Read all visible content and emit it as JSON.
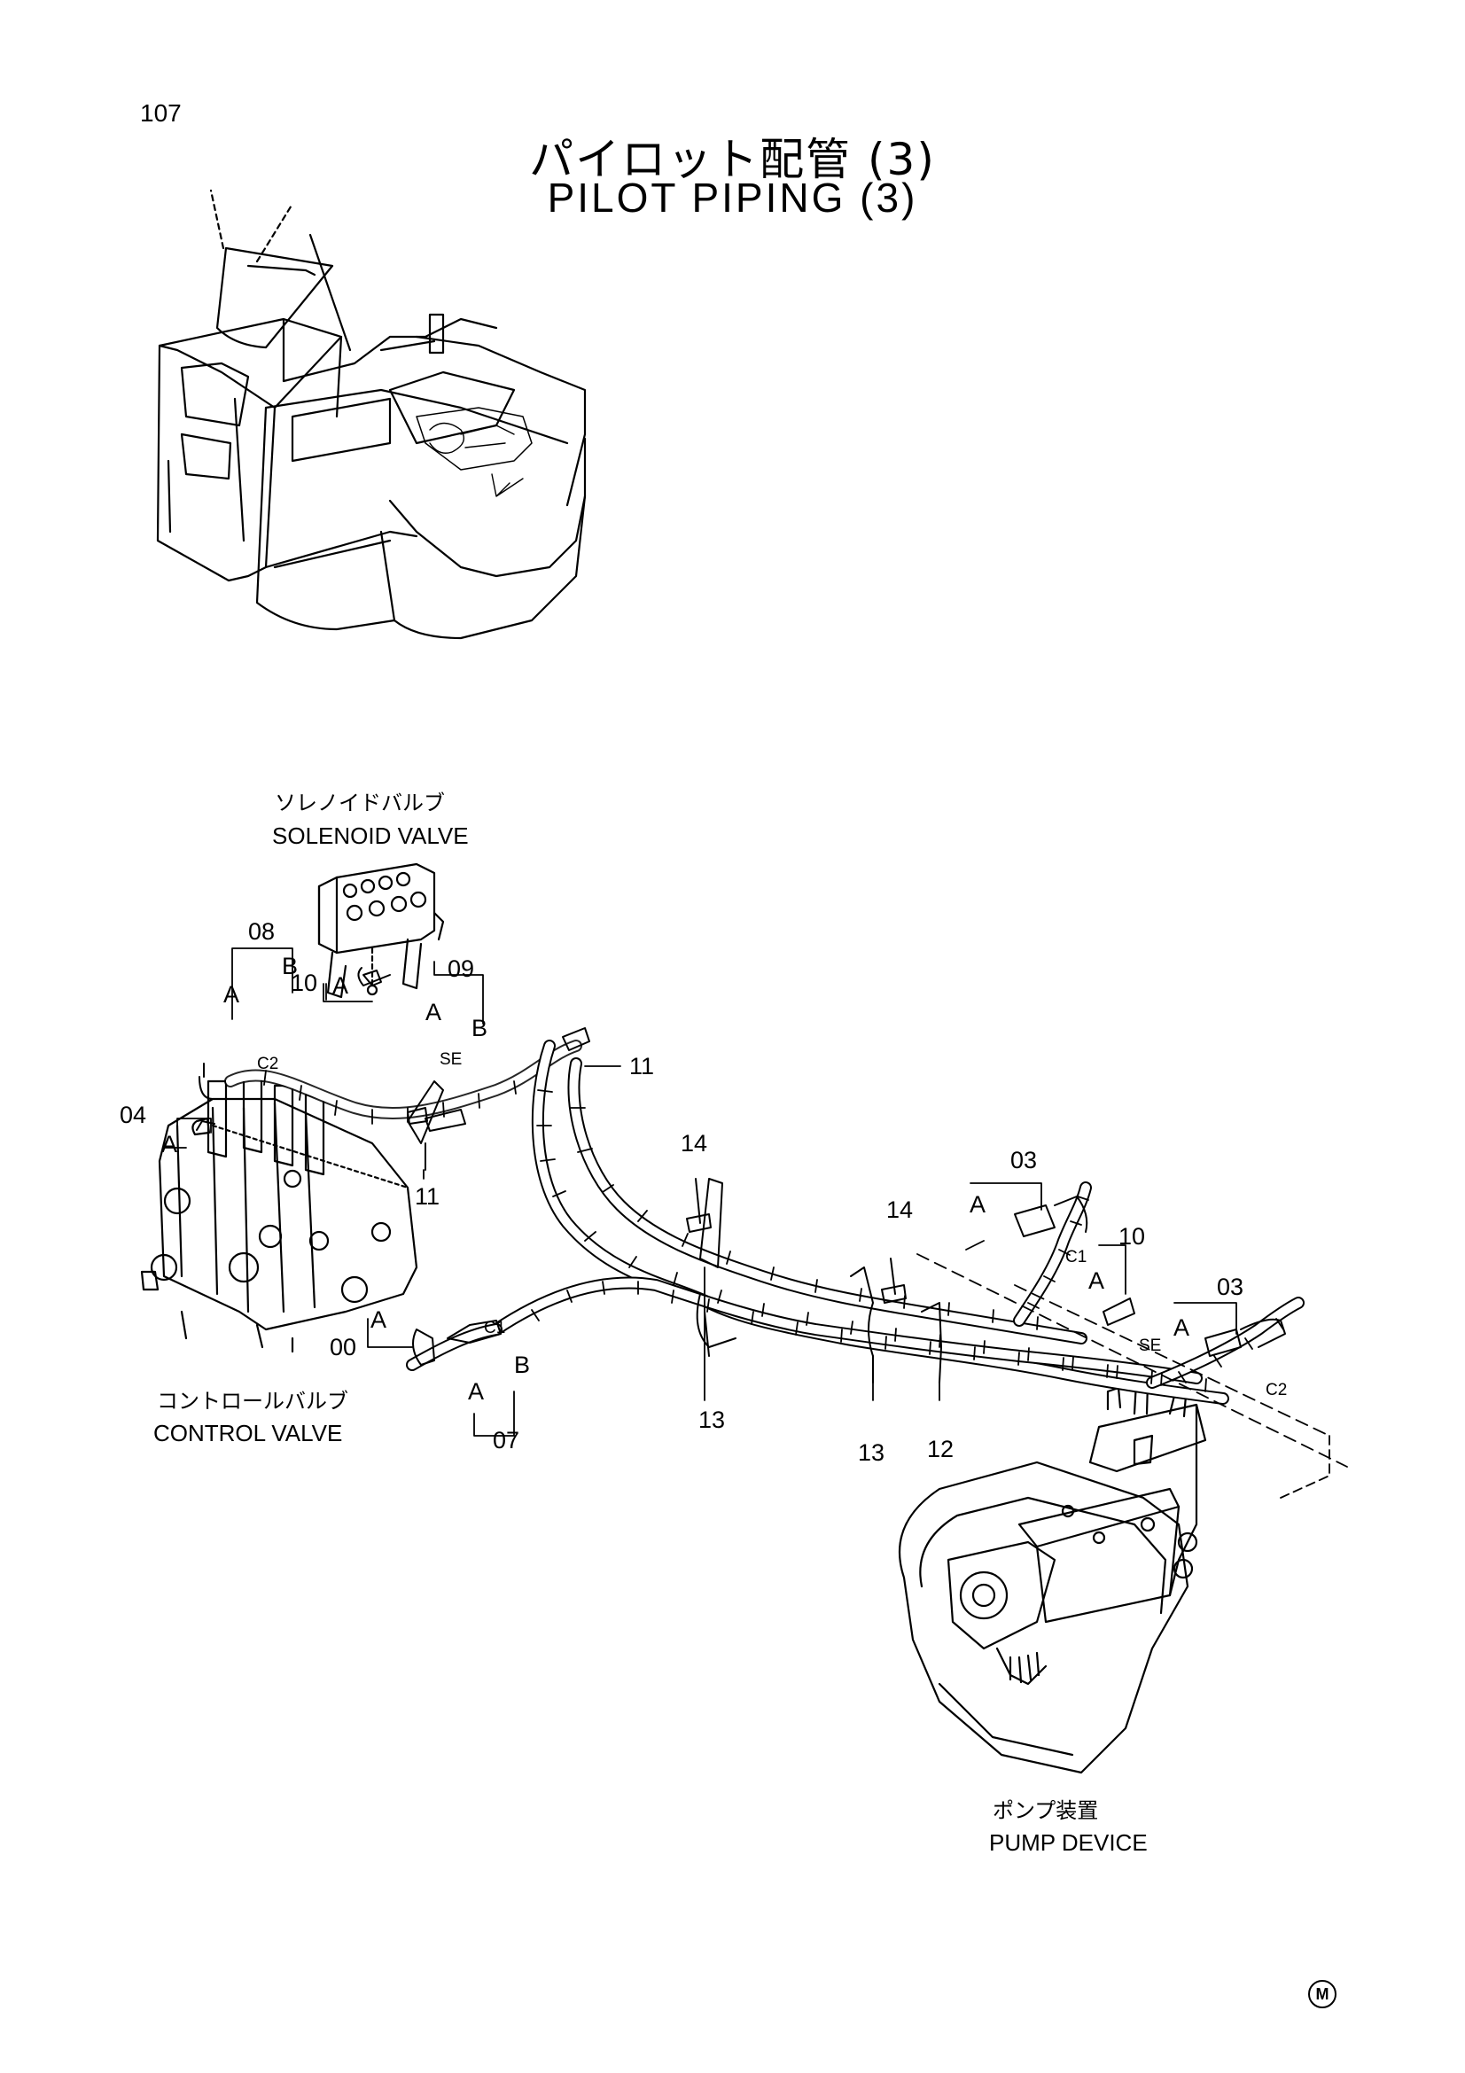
{
  "page_number": "107",
  "title_jp": "パイロット配管 (3)",
  "title_en": "PILOT PIPING (3)",
  "components": {
    "solenoid_valve": {
      "jp": "ソレノイドバルブ",
      "en": "SOLENOID VALVE"
    },
    "control_valve": {
      "jp": "コントロールバルブ",
      "en": "CONTROL VALVE"
    },
    "pump_device": {
      "jp": "ポンプ装置",
      "en": "PUMP DEVICE"
    }
  },
  "callouts": {
    "c08": "08",
    "c09": "09",
    "c10a": "10",
    "c10b": "10",
    "c11a": "11",
    "c11b": "11",
    "c04": "04",
    "c00": "00",
    "c07": "07",
    "c14a": "14",
    "c14b": "14",
    "c13a": "13",
    "c13b": "13",
    "c12": "12",
    "c03a": "03",
    "c03b": "03"
  },
  "port_labels": {
    "a1": "A",
    "b1": "B",
    "a2": "A",
    "a3": "A",
    "b3": "B",
    "a4": "A",
    "a5": "A",
    "a6": "A",
    "b6": "B",
    "a7": "A",
    "a8": "A",
    "a9": "A",
    "c2a": "C2",
    "c2b": "C2",
    "c1a": "C1",
    "c1b": "C1",
    "se1": "SE",
    "se2": "SE"
  },
  "mark": "M"
}
